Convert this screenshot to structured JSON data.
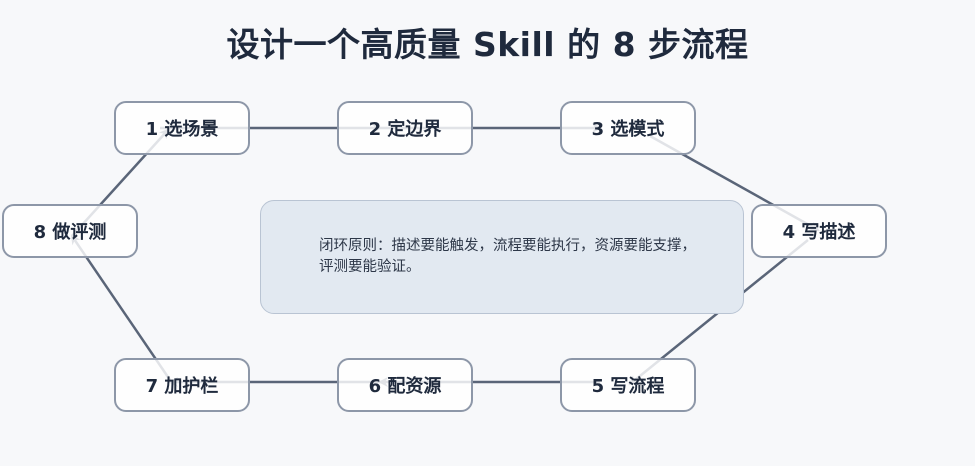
{
  "title": "设计一个高质量 Skill 的 8 步流程",
  "steps": [
    {
      "label": "1 选场景"
    },
    {
      "label": "2 定边界"
    },
    {
      "label": "3 选模式"
    },
    {
      "label": "4 写描述"
    },
    {
      "label": "5 写流程"
    },
    {
      "label": "6 配资源"
    },
    {
      "label": "7 加护栏"
    },
    {
      "label": "8 做评测"
    }
  ],
  "center_note": "闭环原则：描述要能触发，流程要能执行，资源要能支撑，评测要能验证。",
  "colors": {
    "background": "#f7f8fa",
    "node_border": "#8d97a8",
    "connector": "#5a6578",
    "center_fill": "#e2e9f1",
    "title_text": "#1f2a3d"
  }
}
